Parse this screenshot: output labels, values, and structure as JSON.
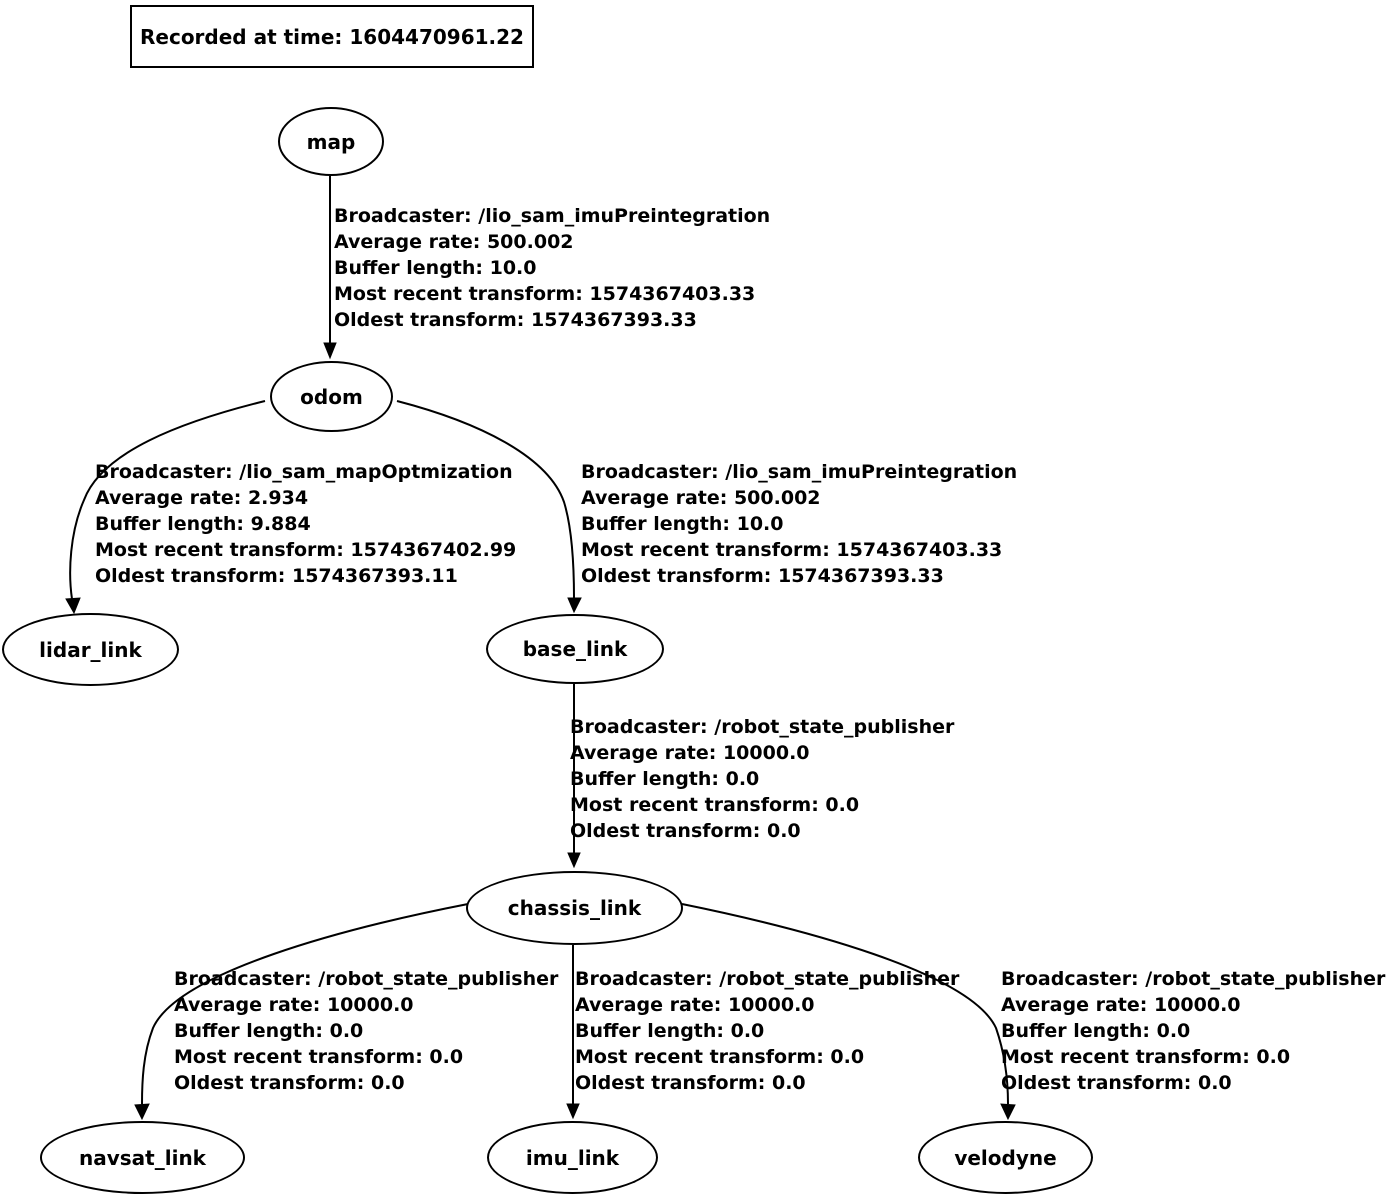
{
  "title_box": {
    "text": "Recorded at time: 1604470961.22"
  },
  "nodes": [
    {
      "id": "map",
      "label": "map"
    },
    {
      "id": "odom",
      "label": "odom"
    },
    {
      "id": "lidar_link",
      "label": "lidar_link"
    },
    {
      "id": "base_link",
      "label": "base_link"
    },
    {
      "id": "chassis_link",
      "label": "chassis_link"
    },
    {
      "id": "navsat_link",
      "label": "navsat_link"
    },
    {
      "id": "imu_link",
      "label": "imu_link"
    },
    {
      "id": "velodyne",
      "label": "velodyne"
    }
  ],
  "edges": [
    {
      "from": "map",
      "to": "odom",
      "lines": [
        "Broadcaster: /lio_sam_imuPreintegration",
        "Average rate: 500.002",
        "Buffer length: 10.0",
        "Most recent transform: 1574367403.33",
        "Oldest transform: 1574367393.33"
      ]
    },
    {
      "from": "odom",
      "to": "lidar_link",
      "lines": [
        "Broadcaster: /lio_sam_mapOptmization",
        "Average rate: 2.934",
        "Buffer length: 9.884",
        "Most recent transform: 1574367402.99",
        "Oldest transform: 1574367393.11"
      ]
    },
    {
      "from": "odom",
      "to": "base_link",
      "lines": [
        "Broadcaster: /lio_sam_imuPreintegration",
        "Average rate: 500.002",
        "Buffer length: 10.0",
        "Most recent transform: 1574367403.33",
        "Oldest transform: 1574367393.33"
      ]
    },
    {
      "from": "base_link",
      "to": "chassis_link",
      "lines": [
        "Broadcaster: /robot_state_publisher",
        "Average rate: 10000.0",
        "Buffer length: 0.0",
        "Most recent transform: 0.0",
        "Oldest transform: 0.0"
      ]
    },
    {
      "from": "chassis_link",
      "to": "navsat_link",
      "lines": [
        "Broadcaster: /robot_state_publisher",
        "Average rate: 10000.0",
        "Buffer length: 0.0",
        "Most recent transform: 0.0",
        "Oldest transform: 0.0"
      ]
    },
    {
      "from": "chassis_link",
      "to": "imu_link",
      "lines": [
        "Broadcaster: /robot_state_publisher",
        "Average rate: 10000.0",
        "Buffer length: 0.0",
        "Most recent transform: 0.0",
        "Oldest transform: 0.0"
      ]
    },
    {
      "from": "chassis_link",
      "to": "velodyne",
      "lines": [
        "Broadcaster: /robot_state_publisher",
        "Average rate: 10000.0",
        "Buffer length: 0.0",
        "Most recent transform: 0.0",
        "Oldest transform: 0.0"
      ]
    }
  ],
  "colors": {
    "background": "#ffffff",
    "stroke": "#000000",
    "text": "#000000"
  }
}
